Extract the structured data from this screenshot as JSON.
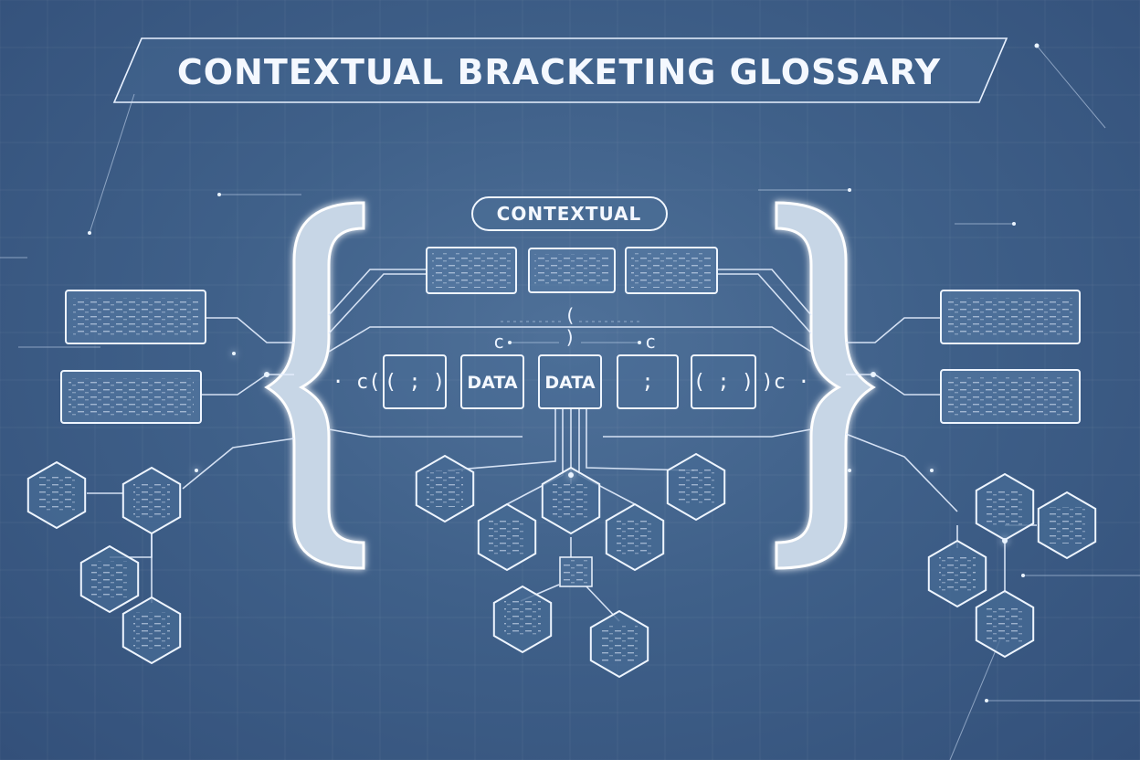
{
  "title": "CONTEXTUAL BRACKETING GLOSSARY",
  "context_label": "CONTEXTUAL",
  "token_row": {
    "left_marker": "· c(",
    "tokens": [
      "( ; )",
      "DATA",
      "DATA",
      ";",
      "( ; )"
    ],
    "right_marker": ")c ·"
  },
  "colors": {
    "background": "#3f6089",
    "line": "#eef5ff",
    "brace_fill": "#c7d6e6"
  }
}
